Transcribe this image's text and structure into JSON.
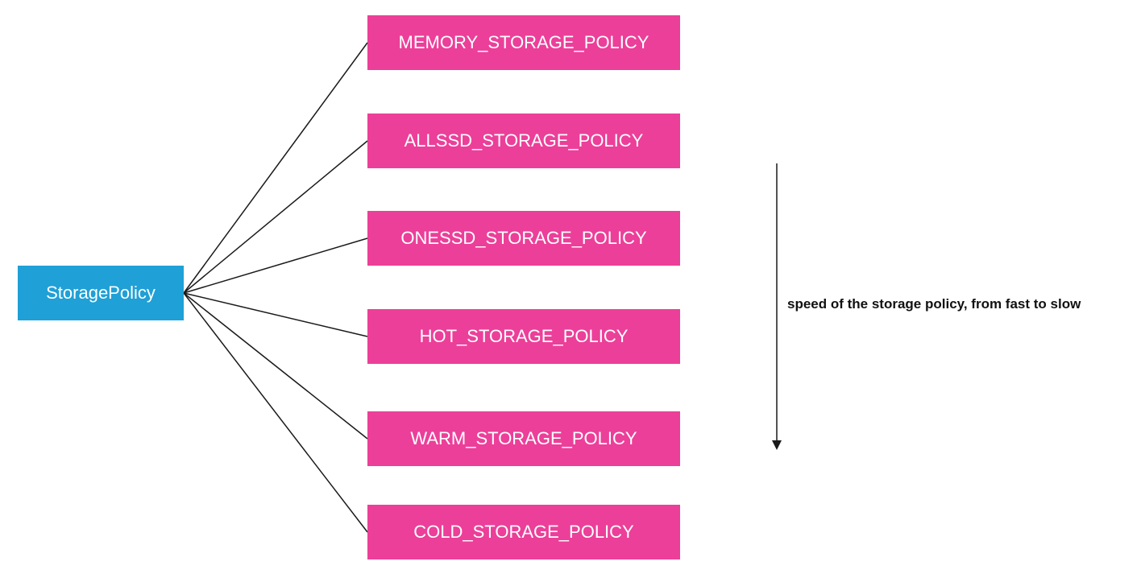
{
  "colors": {
    "root_fill": "#1fa0d6",
    "policy_fill": "#ec3f99",
    "line": "#1a1a1a",
    "text_on_box": "#ffffff"
  },
  "root": {
    "label": "StoragePolicy"
  },
  "policies": [
    {
      "label": "MEMORY_STORAGE_POLICY"
    },
    {
      "label": "ALLSSD_STORAGE_POLICY"
    },
    {
      "label": "ONESSD_STORAGE_POLICY"
    },
    {
      "label": "HOT_STORAGE_POLICY"
    },
    {
      "label": "WARM_STORAGE_POLICY"
    },
    {
      "label": "COLD_STORAGE_POLICY"
    }
  ],
  "speed_indicator": {
    "label": "speed of the storage policy, from fast to slow",
    "direction": "down"
  }
}
